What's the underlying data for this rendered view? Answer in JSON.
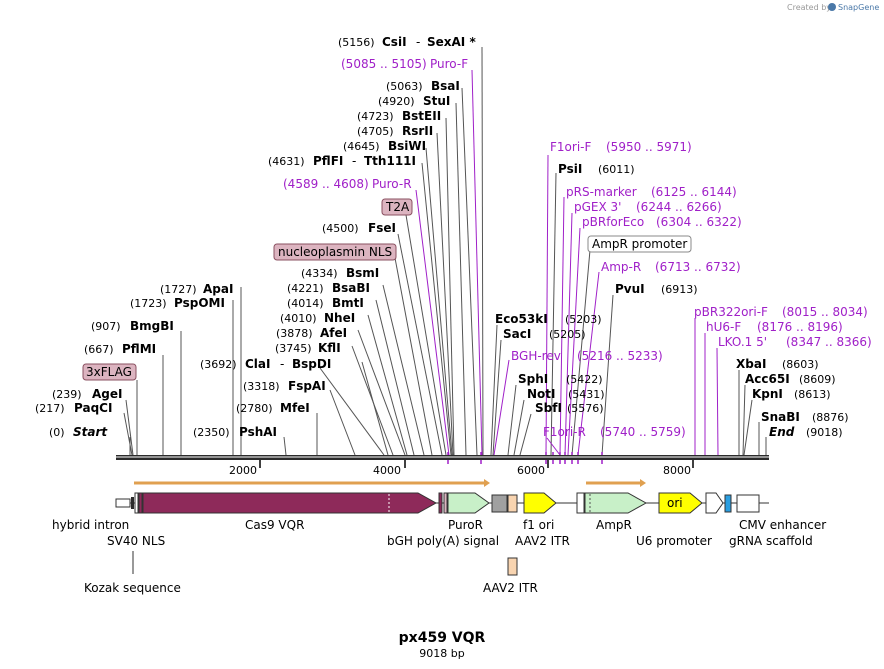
{
  "credit": {
    "text": "Created by",
    "brand": "SnapGene"
  },
  "title": "px459 VQR",
  "length": "9018 bp",
  "ruler": [
    "2000",
    "4000",
    "6000",
    "8000"
  ],
  "labels": {
    "flag": "3xFLAG",
    "nls": "nucleoplasmin NLS",
    "t2a": "T2A",
    "ampr_promoter": "AmpR promoter"
  },
  "sites": {
    "start": {
      "pos": "(0)",
      "name": "Start"
    },
    "paqci": {
      "pos": "(217)",
      "name": "PaqCI"
    },
    "agei": {
      "pos": "(239)",
      "name": "AgeI"
    },
    "pflmi": {
      "pos": "(667)",
      "name": "PflMI"
    },
    "bmgbi": {
      "pos": "(907)",
      "name": "BmgBI"
    },
    "pspomi": {
      "pos": "(1723)",
      "name": "PspOMI"
    },
    "apai": {
      "pos": "(1727)",
      "name": "ApaI"
    },
    "pshai": {
      "pos": "(2350)",
      "name": "PshAI"
    },
    "mfei": {
      "pos": "(2780)",
      "name": "MfeI"
    },
    "fspai": {
      "pos": "(3318)",
      "name": "FspAI"
    },
    "clai": {
      "pos": "(3692)",
      "name": "ClaI",
      "sep": "-",
      "alias": "BspDI"
    },
    "kfli": {
      "pos": "(3745)",
      "name": "KflI"
    },
    "afei": {
      "pos": "(3878)",
      "name": "AfeI"
    },
    "nhei": {
      "pos": "(4010)",
      "name": "NheI"
    },
    "bmti": {
      "pos": "(4014)",
      "name": "BmtI"
    },
    "bsabi": {
      "pos": "(4221)",
      "name": "BsaBI"
    },
    "bsmi": {
      "pos": "(4334)",
      "name": "BsmI"
    },
    "fsei": {
      "pos": "(4500)",
      "name": "FseI"
    },
    "pflfi": {
      "pos": "(4631)",
      "name": "PflFI",
      "sep": "-",
      "alias": "Tth111I"
    },
    "bsiwi": {
      "pos": "(4645)",
      "name": "BsiWI"
    },
    "rsrii": {
      "pos": "(4705)",
      "name": "RsrII"
    },
    "bsteii": {
      "pos": "(4723)",
      "name": "BstEII"
    },
    "stui": {
      "pos": "(4920)",
      "name": "StuI"
    },
    "bsai": {
      "pos": "(5063)",
      "name": "BsaI"
    },
    "csii": {
      "pos": "(5156)",
      "name": "CsiI",
      "sep": "-",
      "alias": "SexAI *"
    },
    "eco53ki": {
      "pos": "(5203)",
      "name": "Eco53kI"
    },
    "saci": {
      "pos": "(5205)",
      "name": "SacI"
    },
    "sphi": {
      "pos": "(5422)",
      "name": "SphI"
    },
    "noti": {
      "pos": "(5431)",
      "name": "NotI"
    },
    "sbfi": {
      "pos": "(5576)",
      "name": "SbfI"
    },
    "psii": {
      "pos": "(6011)",
      "name": "PsiI"
    },
    "pvui": {
      "pos": "(6913)",
      "name": "PvuI"
    },
    "xbai": {
      "pos": "(8603)",
      "name": "XbaI"
    },
    "acc65i": {
      "pos": "(8609)",
      "name": "Acc65I"
    },
    "kpni": {
      "pos": "(8613)",
      "name": "KpnI"
    },
    "snabi": {
      "pos": "(8876)",
      "name": "SnaBI"
    },
    "end": {
      "pos": "(9018)",
      "name": "End"
    }
  },
  "primers": {
    "puro_r": {
      "name": "Puro-R",
      "range": "(4589 .. 4608)"
    },
    "puro_f": {
      "name": "Puro-F",
      "range": "(5085 .. 5105)"
    },
    "bgh_rev": {
      "name": "BGH-rev",
      "range": "(5216 .. 5233)"
    },
    "f1ori_r": {
      "name": "F1ori-R",
      "range": "(5740 .. 5759)"
    },
    "f1ori_f": {
      "name": "F1ori-F",
      "range": "(5950 .. 5971)"
    },
    "prs_marker": {
      "name": "pRS-marker",
      "range": "(6125 .. 6144)"
    },
    "pgex3": {
      "name": "pGEX 3'",
      "range": "(6244 .. 6266)"
    },
    "pbrforeco": {
      "name": "pBRforEco",
      "range": "(6304 .. 6322)"
    },
    "amp_r": {
      "name": "Amp-R",
      "range": "(6713 .. 6732)"
    },
    "pbr322ori_f": {
      "name": "pBR322ori-F",
      "range": "(8015 .. 8034)"
    },
    "hu6_f": {
      "name": "hU6-F",
      "range": "(8176 .. 8196)"
    },
    "lko1": {
      "name": "LKO.1 5'",
      "range": "(8347 .. 8366)"
    }
  },
  "features": {
    "hybrid_intron": "hybrid intron",
    "sv40_nls": "SV40 NLS",
    "kozak": "Kozak sequence",
    "cas9": "Cas9 VQR",
    "puror": "PuroR",
    "bgh": "bGH poly(A) signal",
    "f1ori": "f1 ori",
    "aav2_itr": "AAV2 ITR",
    "ampr": "AmpR",
    "ori": "ori",
    "u6": "U6 promoter",
    "cmv": "CMV enhancer",
    "grna": "gRNA scaffold"
  },
  "colors": {
    "cas9": "#8e2a5a",
    "primer": "#a020c8",
    "resistance": "#c8f0c8",
    "origin": "#ffff00",
    "flag_label": "#dcb4c0",
    "orf_arrow": "#e0a050",
    "grna": "#2a9ee0"
  }
}
